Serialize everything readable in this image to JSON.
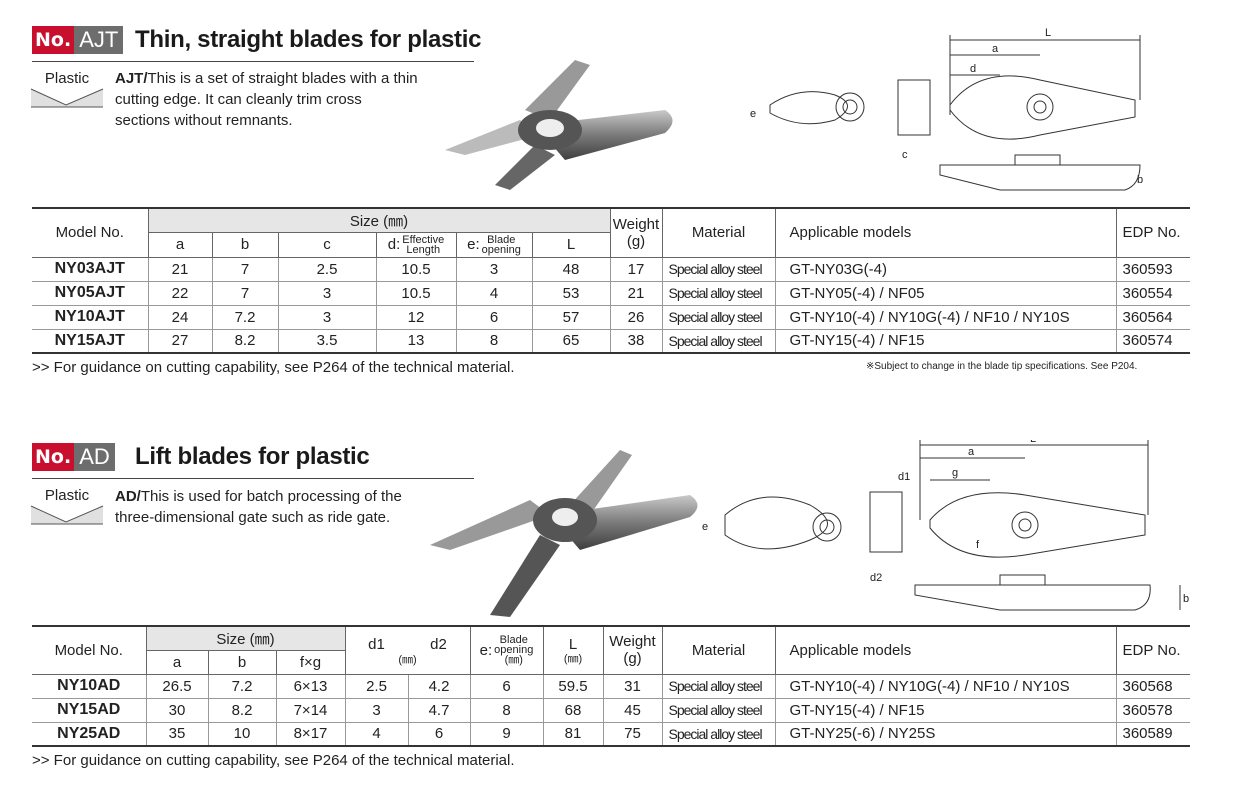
{
  "sections": [
    {
      "badge_no": "No.",
      "badge_code": "AJT",
      "title": "Thin, straight blades for plastic",
      "material_tag": "Plastic",
      "desc_code": "AJT/",
      "desc_lines": [
        "This is a set of straight blades with a thin",
        "cutting edge. It can cleanly trim cross",
        "sections without remnants."
      ],
      "diagram_labels": {
        "L": "L",
        "a": "a",
        "d": "d",
        "e": "e",
        "c": "c",
        "b": "b"
      },
      "headers": {
        "model": "Model No.",
        "size": "Size (㎜)",
        "a": "a",
        "b": "b",
        "c": "c",
        "d_prefix": "d:",
        "d_top": "Effective",
        "d_bottom": "Length",
        "e_prefix": "e:",
        "e_top": "Blade",
        "e_bottom": "opening",
        "L": "L",
        "weight": "Weight",
        "weight_unit": "(g)",
        "material": "Material",
        "applicable": "Applicable models",
        "edp": "EDP No."
      },
      "rows": [
        [
          "NY03AJT",
          "21",
          "7",
          "2.5",
          "10.5",
          "3",
          "48",
          "17",
          "Special alloy steel",
          "GT-NY03G(-4)",
          "360593"
        ],
        [
          "NY05AJT",
          "22",
          "7",
          "3",
          "10.5",
          "4",
          "53",
          "21",
          "Special alloy steel",
          "GT-NY05(-4) / NF05",
          "360554"
        ],
        [
          "NY10AJT",
          "24",
          "7.2",
          "3",
          "12",
          "6",
          "57",
          "26",
          "Special alloy steel",
          "GT-NY10(-4) / NY10G(-4) / NF10 / NY10S",
          "360564"
        ],
        [
          "NY15AJT",
          "27",
          "8.2",
          "3.5",
          "13",
          "8",
          "65",
          "38",
          "Special alloy steel",
          "GT-NY15(-4) / NF15",
          "360574"
        ]
      ],
      "footnote": ">> For guidance on cutting capability, see P264 of the technical material.",
      "note": "※Subject to change in the blade tip specifications. See P204."
    },
    {
      "badge_no": "No.",
      "badge_code": "AD",
      "title": "Lift blades for plastic",
      "material_tag": "Plastic",
      "desc_code": "AD/",
      "desc_lines": [
        "This is used for batch processing of the",
        "three-dimensional gate such as ride gate."
      ],
      "diagram_labels": {
        "L": "L",
        "a": "a",
        "g": "g",
        "d1": "d1",
        "e": "e",
        "f": "f",
        "d2": "d2",
        "b": "b"
      },
      "headers": {
        "model": "Model No.",
        "size": "Size (㎜)",
        "a": "a",
        "b": "b",
        "fxg": "f×g",
        "d1": "d1",
        "d2": "d2",
        "d_unit": "(㎜)",
        "e_prefix": "e:",
        "e_top": "Blade",
        "e_bottom": "opening",
        "e_unit": "(㎜)",
        "L": "L",
        "L_unit": "(㎜)",
        "weight": "Weight",
        "weight_unit": "(g)",
        "material": "Material",
        "applicable": "Applicable models",
        "edp": "EDP No."
      },
      "rows": [
        [
          "NY10AD",
          "26.5",
          "7.2",
          "6×13",
          "2.5",
          "4.2",
          "6",
          "59.5",
          "31",
          "Special alloy steel",
          "GT-NY10(-4) / NY10G(-4) / NF10 / NY10S",
          "360568"
        ],
        [
          "NY15AD",
          "30",
          "8.2",
          "7×14",
          "3",
          "4.7",
          "8",
          "68",
          "45",
          "Special alloy steel",
          "GT-NY15(-4) / NF15",
          "360578"
        ],
        [
          "NY25AD",
          "35",
          "10",
          "8×17",
          "4",
          "6",
          "9",
          "81",
          "75",
          "Special alloy steel",
          "GT-NY25(-6) / NY25S",
          "360589"
        ]
      ],
      "footnote": ">> For guidance on cutting capability, see P264 of the technical material."
    }
  ],
  "colors": {
    "badge_red": "#c8102e",
    "badge_gray": "#6d6d6d",
    "header_gray": "#e6e6e6"
  }
}
